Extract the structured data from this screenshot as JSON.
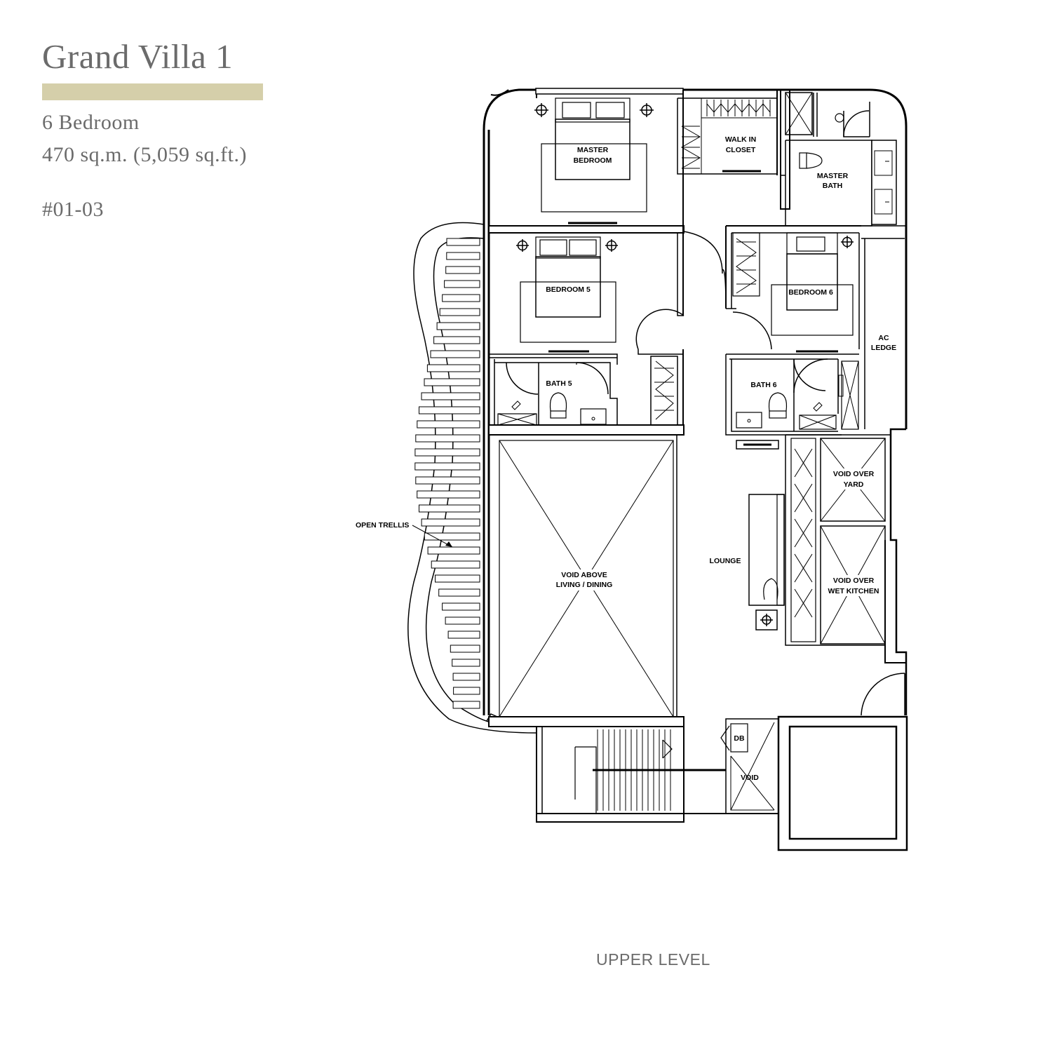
{
  "header": {
    "title": "Grand Villa 1",
    "bedrooms": "6 Bedroom",
    "area": "470 sq.m. (5,059 sq.ft.)",
    "unit": "#01-03"
  },
  "accent_color": "#d5cfaa",
  "text_color": "#6b6b6b",
  "plan": {
    "level_label": "UPPER LEVEL",
    "rooms": {
      "master_bedroom": [
        "MASTER",
        "BEDROOM"
      ],
      "walk_in_closet": [
        "WALK IN",
        "CLOSET"
      ],
      "master_bath": [
        "MASTER",
        "BATH"
      ],
      "bedroom_5": "BEDROOM 5",
      "bedroom_6": "BEDROOM 6",
      "ac_ledge": [
        "AC",
        "LEDGE"
      ],
      "bath_5": "BATH 5",
      "bath_6": "BATH 6",
      "void_over_yard": [
        "VOID OVER",
        "YARD"
      ],
      "void_over_wet_kitchen": [
        "VOID OVER",
        "WET KITCHEN"
      ],
      "lounge": "LOUNGE",
      "open_trellis": "OPEN TRELLIS",
      "void_above_living_dining": [
        "VOID ABOVE",
        "LIVING / DINING"
      ],
      "db": "DB",
      "void": "VOID"
    }
  }
}
